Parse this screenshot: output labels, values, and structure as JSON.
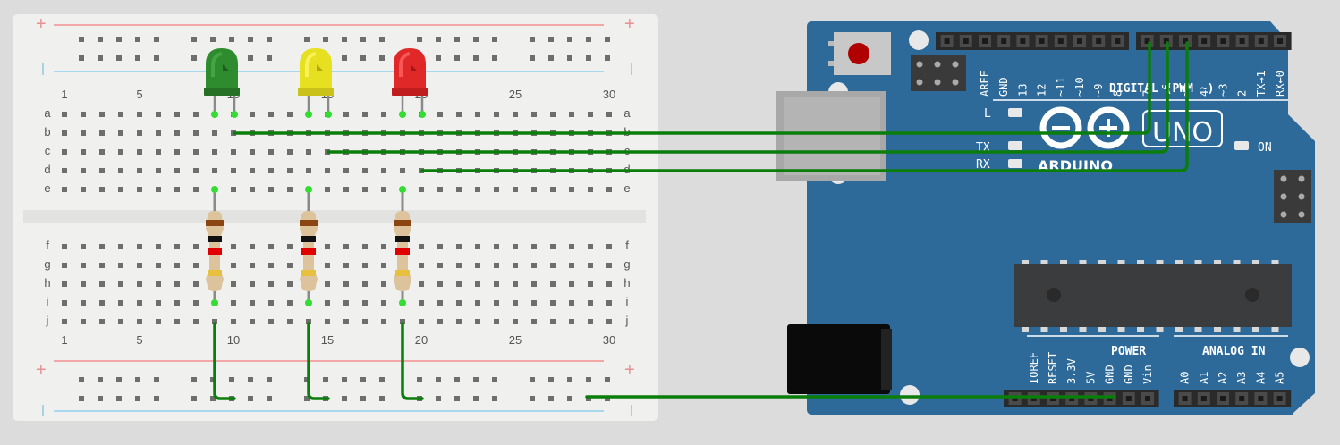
{
  "breadboard": {
    "column_labels": [
      "1",
      "5",
      "10",
      "15",
      "20",
      "25",
      "30"
    ],
    "row_labels_top": [
      "a",
      "b",
      "c",
      "d",
      "e"
    ],
    "row_labels_bottom": [
      "f",
      "g",
      "h",
      "i",
      "j"
    ],
    "rail_plus": "+",
    "columns": 30
  },
  "arduino": {
    "logo_text": "ARDUINO",
    "model_text": "UNO",
    "on_label": "ON",
    "led_l": "L",
    "led_tx": "TX",
    "led_rx": "RX",
    "digital_label": "DIGITAL (PWM ~)",
    "digital_pins": [
      "AREF",
      "GND",
      "13",
      "12",
      "~11",
      "~10",
      "~9",
      "8",
      "7",
      "~6",
      "~5",
      "4",
      "~3",
      "2",
      "TX→1",
      "RX←0"
    ],
    "power_label": "POWER",
    "power_pins": [
      "IOREF",
      "RESET",
      "3.3V",
      "5V",
      "GND",
      "GND",
      "Vin"
    ],
    "analog_label": "ANALOG IN",
    "analog_pins": [
      "A0",
      "A1",
      "A2",
      "A3",
      "A4",
      "A5"
    ]
  },
  "components": {
    "leds": [
      {
        "color": "green",
        "fill": "#2e8b2e",
        "highlight": "#4caf50",
        "column": 9
      },
      {
        "color": "yellow",
        "fill": "#e6e020",
        "highlight": "#fff870",
        "column": 14
      },
      {
        "color": "red",
        "fill": "#e02828",
        "highlight": "#ff6a6a",
        "column": 19
      }
    ],
    "resistors": [
      {
        "column": 9,
        "bands": [
          "#8b4513",
          "#111111",
          "#e00000",
          "#e8c040"
        ]
      },
      {
        "column": 14,
        "bands": [
          "#8b4513",
          "#111111",
          "#e00000",
          "#e8c040"
        ]
      },
      {
        "column": 19,
        "bands": [
          "#8b4513",
          "#111111",
          "#e00000",
          "#e8c040"
        ]
      }
    ]
  },
  "colors": {
    "board_blue": "#2d6a9a",
    "wire_green": "#0a7d0a",
    "breadboard": "#f0f0ee",
    "rail_red": "#f3a8a8",
    "rail_blue": "#a8d8ee"
  }
}
